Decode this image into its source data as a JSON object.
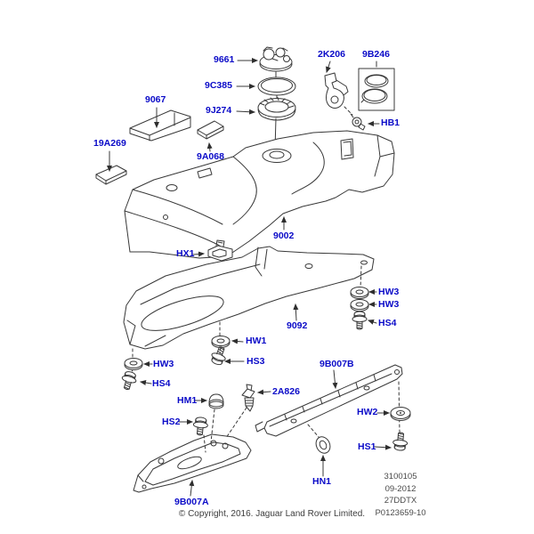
{
  "colors": {
    "label_blue": "#0a0ac8",
    "line": "#383838",
    "muted_text": "#4a4a4a"
  },
  "diagram": {
    "callouts": [
      {
        "code": "9661"
      },
      {
        "code": "9C385"
      },
      {
        "code": "9067"
      },
      {
        "code": "9J274"
      },
      {
        "code": "19A269"
      },
      {
        "code": "9A068"
      },
      {
        "code": "2K206"
      },
      {
        "code": "9B246"
      },
      {
        "code": "HB1"
      },
      {
        "code": "9002"
      },
      {
        "code": "HX1"
      },
      {
        "code": "HW3"
      },
      {
        "code": "HW3"
      },
      {
        "code": "HS4"
      },
      {
        "code": "9092"
      },
      {
        "code": "HW1"
      },
      {
        "code": "HS3"
      },
      {
        "code": "HW3"
      },
      {
        "code": "HS4"
      },
      {
        "code": "HM1"
      },
      {
        "code": "HS2"
      },
      {
        "code": "2A826"
      },
      {
        "code": "9B007B"
      },
      {
        "code": "HW2"
      },
      {
        "code": "HS1"
      },
      {
        "code": "HN1"
      },
      {
        "code": "9B007A"
      }
    ]
  },
  "footer": {
    "doc_info": [
      "3100105",
      "09-2012",
      "27DDTX",
      "P0123659-10"
    ],
    "copyright": "© Copyright, 2016. Jaguar Land Rover Limited."
  }
}
